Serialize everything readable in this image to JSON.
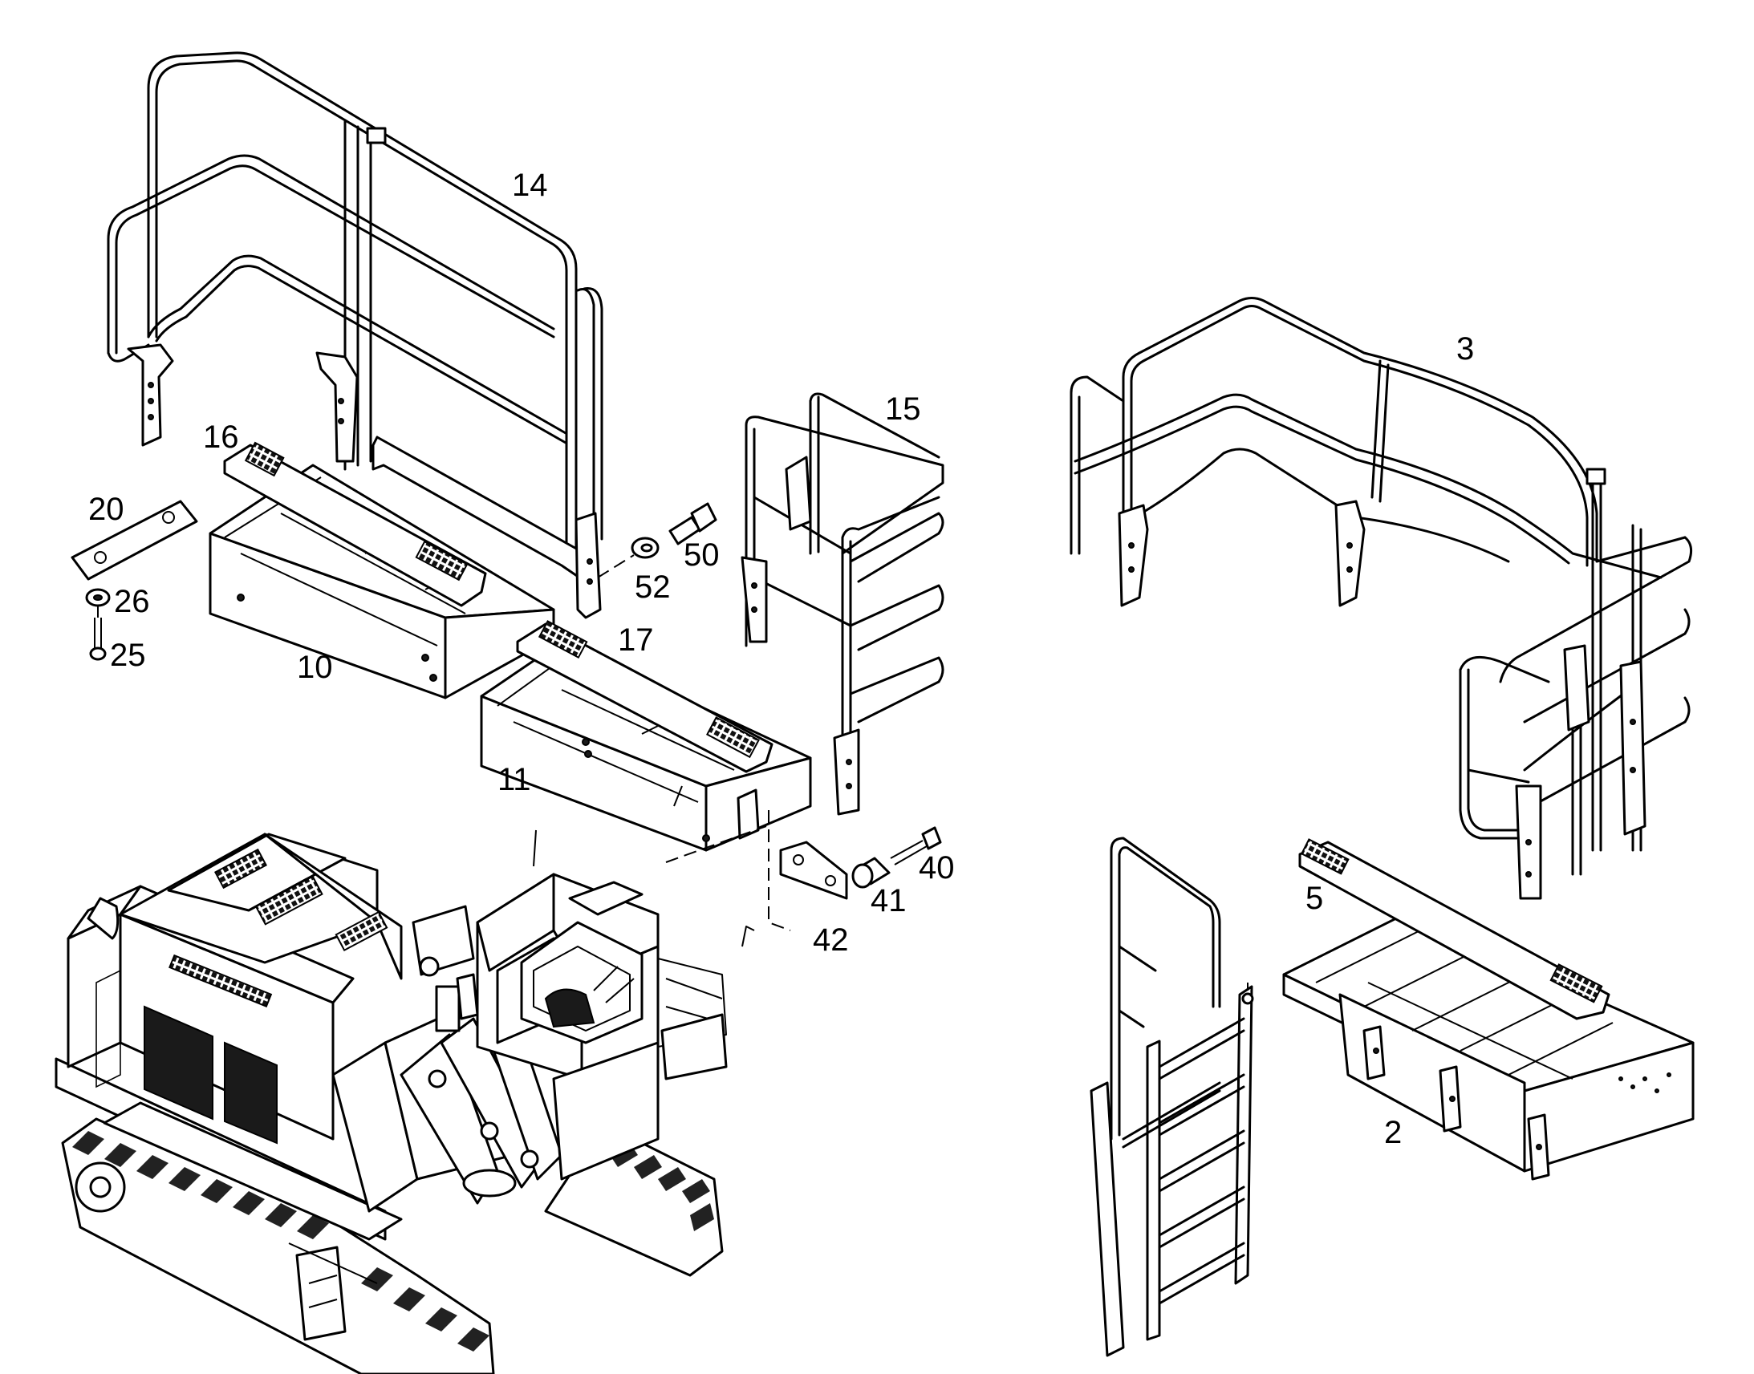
{
  "diagram": {
    "callouts": [
      {
        "id": "c14",
        "text": "14"
      },
      {
        "id": "c15",
        "text": "15"
      },
      {
        "id": "c16",
        "text": "16"
      },
      {
        "id": "c17",
        "text": "17"
      },
      {
        "id": "c20",
        "text": "20"
      },
      {
        "id": "c26",
        "text": "26"
      },
      {
        "id": "c25",
        "text": "25"
      },
      {
        "id": "c10",
        "text": "10"
      },
      {
        "id": "c11",
        "text": "11"
      },
      {
        "id": "c52",
        "text": "52"
      },
      {
        "id": "c50",
        "text": "50"
      },
      {
        "id": "c40",
        "text": "40"
      },
      {
        "id": "c41",
        "text": "41"
      },
      {
        "id": "c42",
        "text": "42"
      },
      {
        "id": "c3",
        "text": "3"
      },
      {
        "id": "c5",
        "text": "5"
      },
      {
        "id": "c2",
        "text": "2"
      }
    ]
  }
}
